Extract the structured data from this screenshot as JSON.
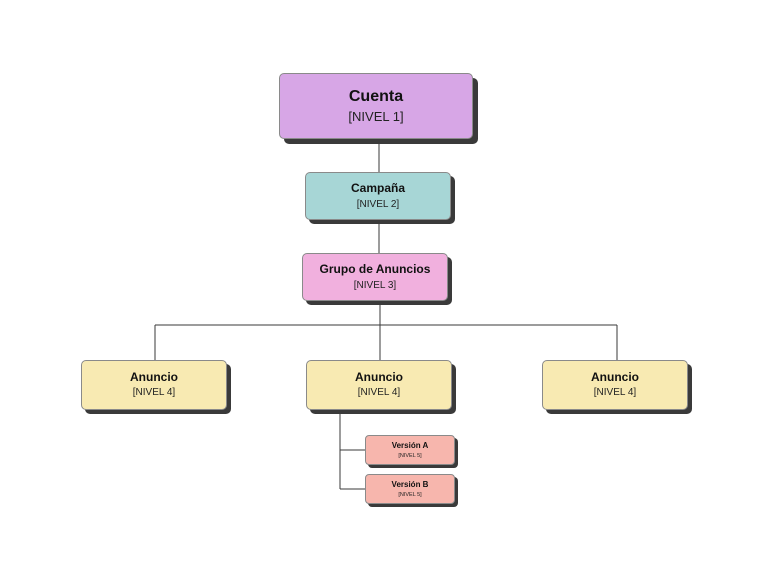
{
  "colors": {
    "cuenta": "#d7a6e6",
    "campana": "#a7d6d6",
    "grupo": "#f1b0de",
    "anuncio": "#f8eab2",
    "version": "#f7b6ad",
    "line": "#3a3a3a",
    "shadow": "#3a3a3a"
  },
  "nodes": {
    "cuenta": {
      "title": "Cuenta",
      "level": "[NIVEL 1]"
    },
    "campana": {
      "title": "Campaña",
      "level": "[NIVEL 2]"
    },
    "grupo": {
      "title": "Grupo de Anuncios",
      "level": "[NIVEL 3]"
    },
    "anuncios": [
      {
        "title": "Anuncio",
        "level": "[NIVEL 4]"
      },
      {
        "title": "Anuncio",
        "level": "[NIVEL 4]"
      },
      {
        "title": "Anuncio",
        "level": "[NIVEL 4]"
      }
    ],
    "versions": [
      {
        "title": "Versión A",
        "level": "[NIVEL 5]"
      },
      {
        "title": "Versión B",
        "level": "[NIVEL 5]"
      }
    ]
  }
}
